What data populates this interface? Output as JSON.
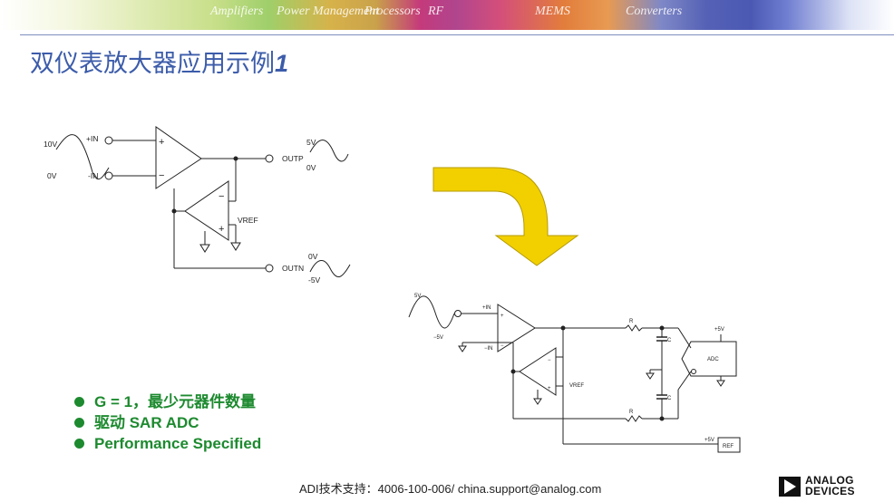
{
  "banner": {
    "words": [
      "Amplifiers",
      "Power Management",
      "Processors",
      "RF",
      "MEMS",
      "Converters"
    ]
  },
  "slide": {
    "title": "双仪表放大器应用示例",
    "title_number": "1"
  },
  "circuit_top": {
    "in_pos": "+IN",
    "in_neg": "-IN",
    "signal_high": "10V",
    "signal_low": "0V",
    "outp_label": "OUTP",
    "outp_high": "5V",
    "outp_low": "0V",
    "vref_label": "VREF",
    "outn_label": "OUTN",
    "outn_high": "0V",
    "outn_low": "-5V",
    "op_plus": "+",
    "op_minus": "−"
  },
  "circuit_bottom": {
    "signal_high": "5V",
    "signal_low": "−5V",
    "in_pos": "+IN",
    "in_neg": "−IN",
    "vref_label": "VREF",
    "resistor_label": "R",
    "cap_label": "C",
    "supply_label": "+5V",
    "adc_label": "ADC",
    "ref_supply": "+5V",
    "ref_label": "REF"
  },
  "bullets": [
    "G = 1，最少元器件数量",
    "驱动 SAR ADC",
    "Performance Specified"
  ],
  "footer": {
    "text": "ADI技术支持：4006-100-006/ china.support@analog.com"
  },
  "logo": {
    "line1": "ANALOG",
    "line2": "DEVICES"
  },
  "colors": {
    "title": "#3c5caa",
    "bullet": "#1d8a2f",
    "arrow": "#f2d000",
    "rule": "#7f8fc0"
  }
}
